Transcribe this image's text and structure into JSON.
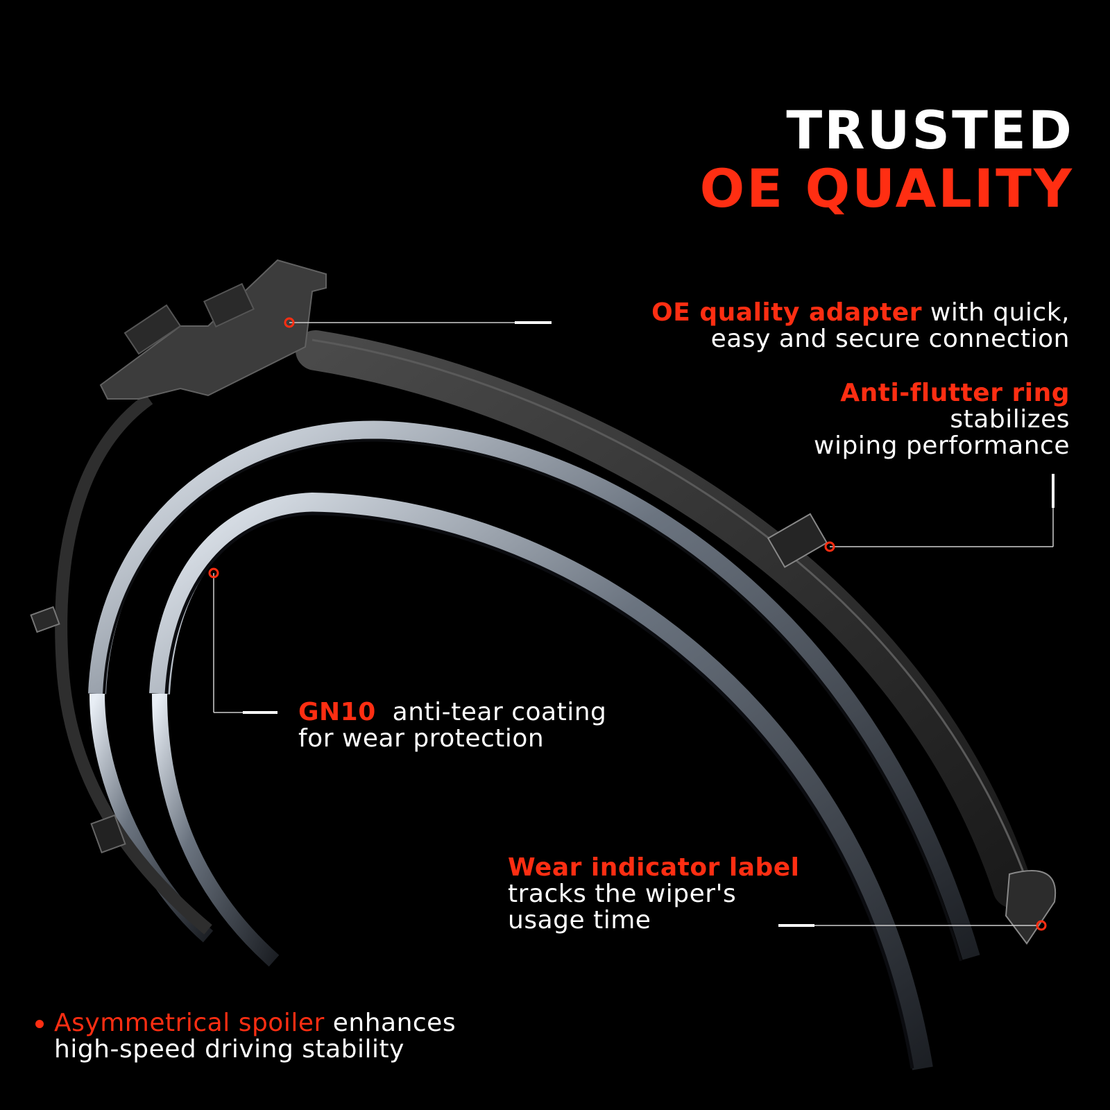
{
  "colors": {
    "accent": "#ff2e12",
    "text": "#ffffff",
    "background": "#000000",
    "line": "#cfcfcf"
  },
  "title": {
    "line1": "TRUSTED",
    "line2": "OE QUALITY"
  },
  "callouts": {
    "adapter": {
      "highlight": "OE quality adapter",
      "rest1": " with quick,",
      "line2": "easy and secure connection"
    },
    "ring": {
      "highlight": "Anti-flutter ring",
      "line2": "stabilizes",
      "line3": "wiping performance"
    },
    "coating": {
      "highlight": "GN10",
      "rest1": "  anti-tear coating",
      "line2": "for wear protection"
    },
    "wear": {
      "highlight": "Wear indicator label",
      "line2": "tracks the wiper's",
      "line3": "usage time"
    },
    "spoiler": {
      "highlight": "Asymmetrical spoiler",
      "rest1": " enhances",
      "line2": "high-speed driving stability"
    }
  },
  "icons": [
    "connector-adapter-graphic",
    "wiper-blade-graphic",
    "callout-marker-icon",
    "bullet-dot-icon"
  ]
}
